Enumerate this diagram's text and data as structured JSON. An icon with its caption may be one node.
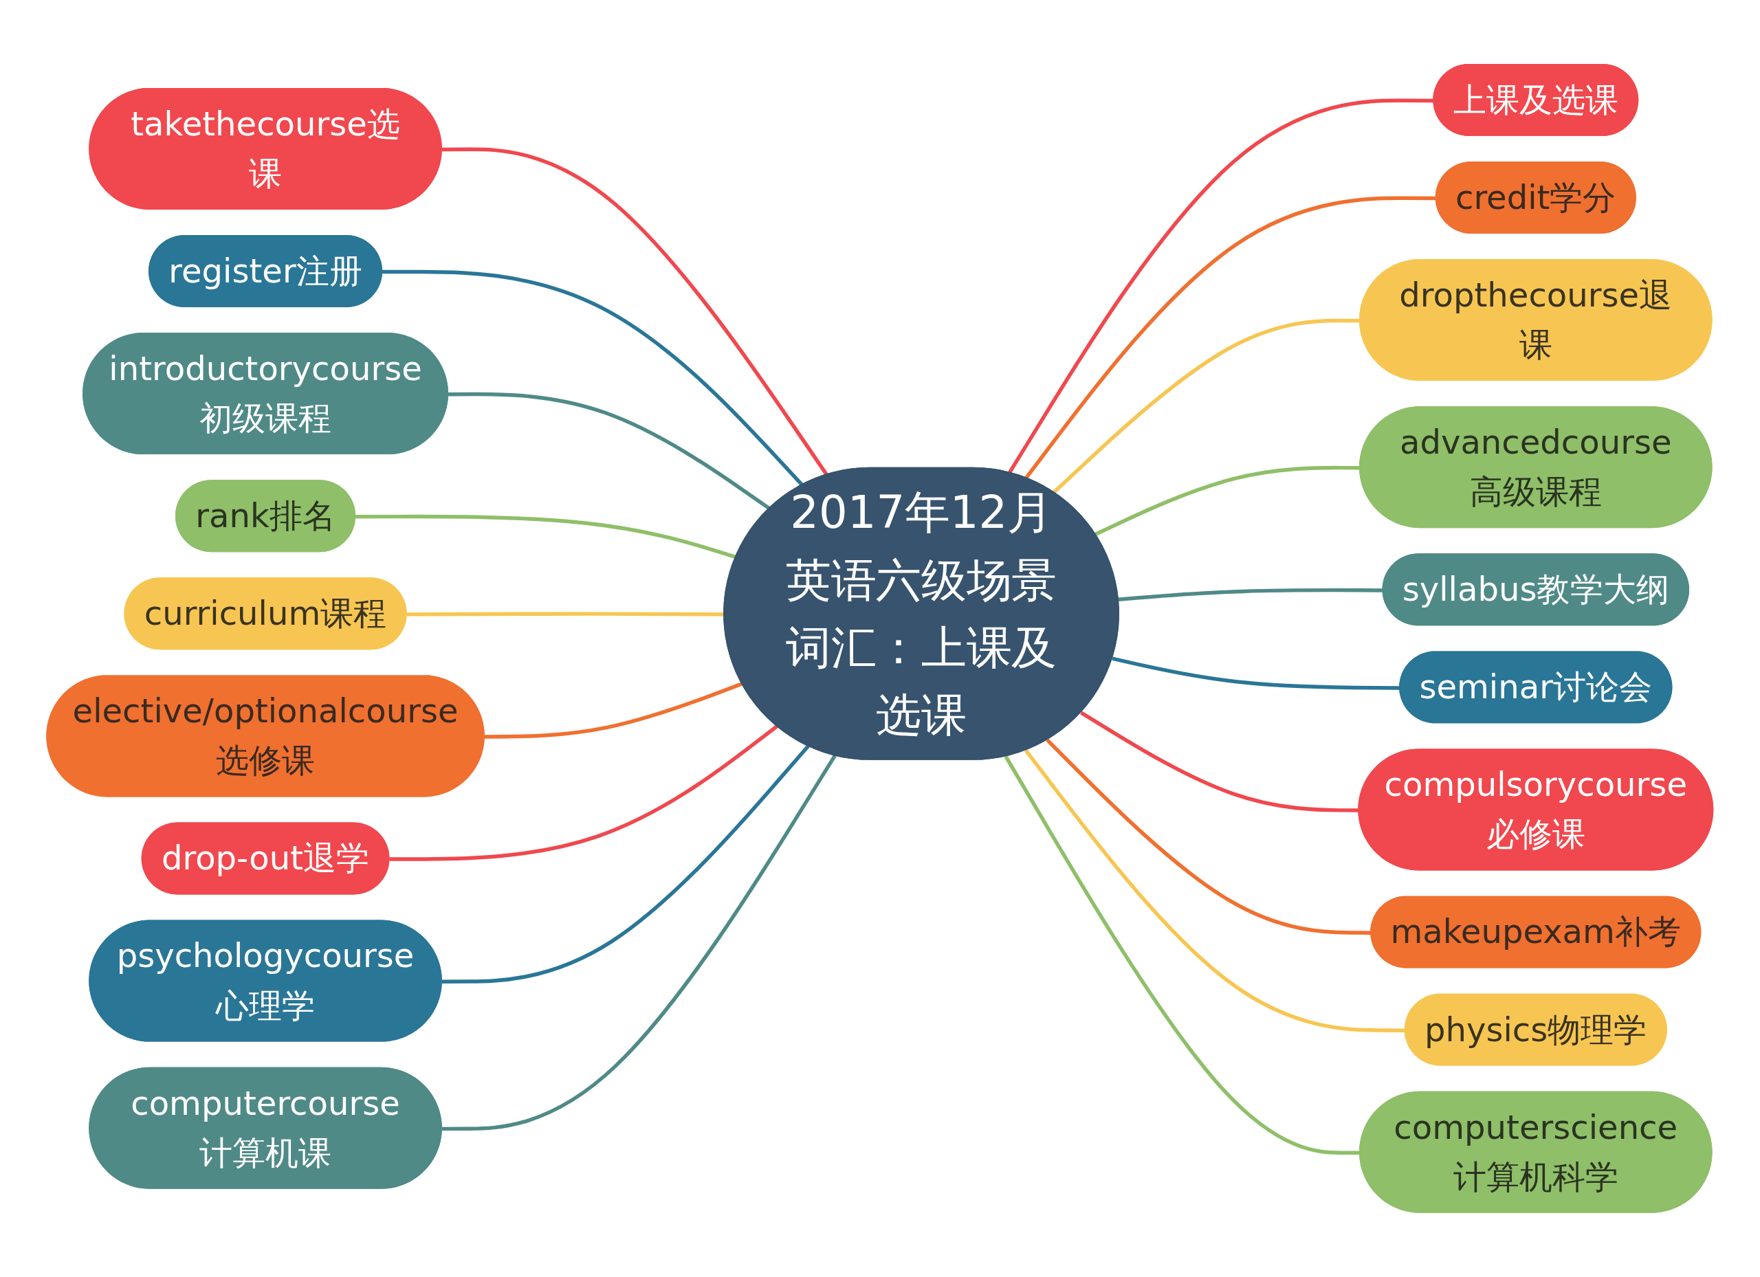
{
  "diagram": {
    "nodes": [
      {
        "text": [
          "2017年12月英语六级场景词汇：上课及选课"
        ]
      },
      {
        "text": [
          "上课及选课"
        ]
      },
      {
        "text": [
          "credit学分"
        ]
      },
      {
        "text": [
          "dropthecourse退课"
        ]
      },
      {
        "text": [
          "advancedcourse高级课程"
        ]
      },
      {
        "text": [
          "syllabus教学大纲"
        ]
      },
      {
        "text": [
          "seminar讨论会"
        ]
      },
      {
        "text": [
          "compulsorycourse必修课"
        ]
      },
      {
        "text": [
          "makeupexam补考"
        ]
      },
      {
        "text": [
          "physics物理学"
        ]
      },
      {
        "text": [
          "computerscience计算机科学"
        ]
      },
      {
        "text": [
          "takethecourse选课"
        ]
      },
      {
        "text": [
          "register注册"
        ]
      },
      {
        "text": [
          "introductorycourse初级课程"
        ]
      },
      {
        "text": [
          "rank排名"
        ]
      },
      {
        "text": [
          "curriculum课程"
        ]
      },
      {
        "text": [
          "elective/optionalcourse选修课"
        ]
      },
      {
        "text": [
          "drop-out退学"
        ]
      },
      {
        "text": [
          "psychologycourse心理学"
        ]
      },
      {
        "text": [
          "computercourse计算机课"
        ]
      }
    ],
    "edges": [
      {
        "from": 0,
        "to": 1,
        "arrow": "none",
        "color": "#f0484e"
      },
      {
        "from": 0,
        "to": 2,
        "arrow": "none",
        "color": "#f07030"
      },
      {
        "from": 0,
        "to": 3,
        "arrow": "none",
        "color": "#f7c652"
      },
      {
        "from": 0,
        "to": 4,
        "arrow": "none",
        "color": "#8fbf69"
      },
      {
        "from": 0,
        "to": 5,
        "arrow": "none",
        "color": "#4f8a87"
      },
      {
        "from": 0,
        "to": 6,
        "arrow": "none",
        "color": "#2a7697"
      },
      {
        "from": 0,
        "to": 7,
        "arrow": "none",
        "color": "#f0484e"
      },
      {
        "from": 0,
        "to": 8,
        "arrow": "none",
        "color": "#f07030"
      },
      {
        "from": 0,
        "to": 9,
        "arrow": "none",
        "color": "#f7c652"
      },
      {
        "from": 0,
        "to": 10,
        "arrow": "none",
        "color": "#8fbf69"
      },
      {
        "from": 11,
        "to": 0,
        "arrow": "none",
        "color": "#f0484e"
      },
      {
        "from": 12,
        "to": 0,
        "arrow": "none",
        "color": "#2a7697"
      },
      {
        "from": 13,
        "to": 0,
        "arrow": "none",
        "color": "#4f8a87"
      },
      {
        "from": 14,
        "to": 0,
        "arrow": "none",
        "color": "#8fbf69"
      },
      {
        "from": 15,
        "to": 0,
        "arrow": "none",
        "color": "#f7c652"
      },
      {
        "from": 16,
        "to": 0,
        "arrow": "none",
        "color": "#f07030"
      },
      {
        "from": 17,
        "to": 0,
        "arrow": "none",
        "color": "#f0484e"
      },
      {
        "from": 18,
        "to": 0,
        "arrow": "none",
        "color": "#2a7697"
      },
      {
        "from": 19,
        "to": 0,
        "arrow": "none",
        "color": "#4f8a87"
      }
    ]
  }
}
